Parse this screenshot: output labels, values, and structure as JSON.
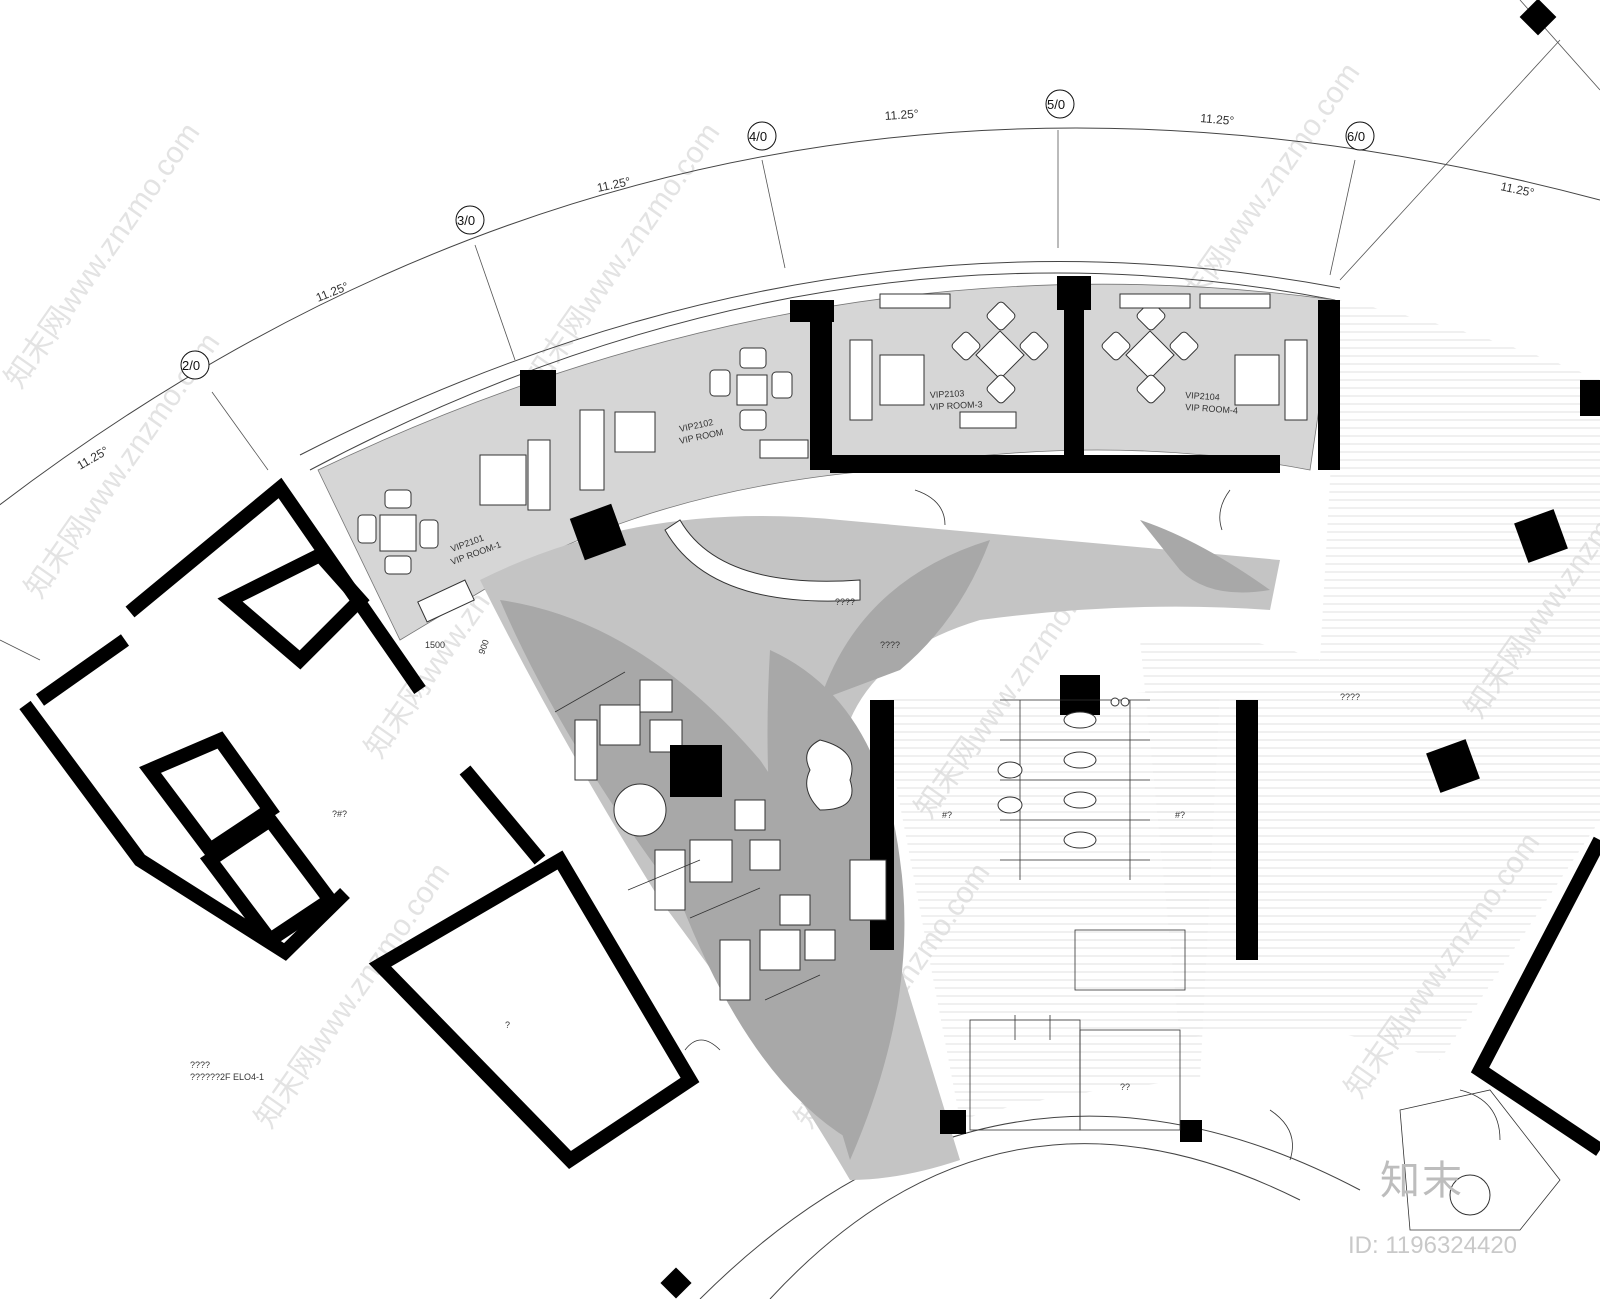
{
  "grid": {
    "axes": [
      {
        "tag": "2/0"
      },
      {
        "tag": "3/0"
      },
      {
        "tag": "4/0"
      },
      {
        "tag": "5/0"
      },
      {
        "tag": "6/0"
      }
    ],
    "angles": [
      "11.25°",
      "11.25°",
      "11.25°",
      "11.25°",
      "11.25°",
      "11.25°"
    ]
  },
  "rooms": {
    "vip1_code": "VIP2101",
    "vip1_name": "VIP ROOM-1",
    "vip2_code": "VIP2102",
    "vip2_name": "VIP ROOM",
    "vip3_code": "VIP2103",
    "vip3_name": "VIP ROOM-3",
    "vip4_code": "VIP2104",
    "vip4_name": "VIP ROOM-4"
  },
  "labels": {
    "reception": "????",
    "lounge": "????",
    "east_hall": "????",
    "corridor": "?#?",
    "stair_note": "????",
    "elevator_ref": "??????2F ELO4-1",
    "shaft": "?",
    "wc_male": "#?",
    "wc_female": "#?",
    "pantry": "??",
    "dim_a": "1500",
    "dim_b": "900"
  },
  "watermark": {
    "site": "知末网www.znzmo.com",
    "logo": "知末",
    "id": "ID: 1196324420"
  }
}
